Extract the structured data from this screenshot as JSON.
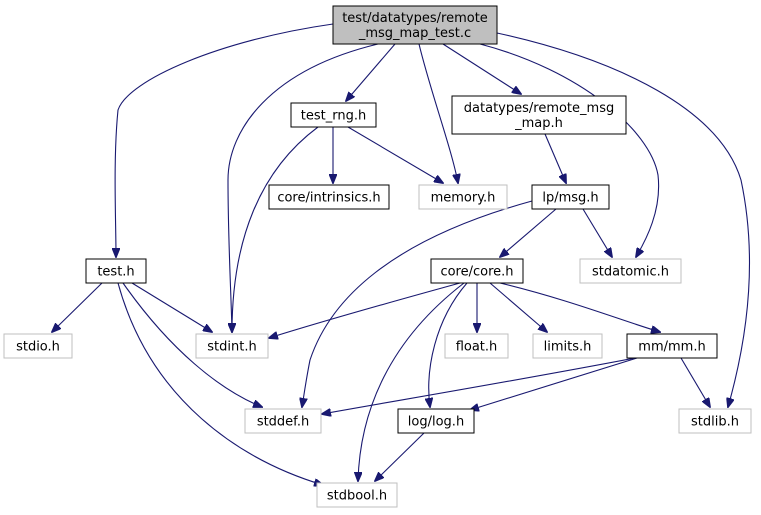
{
  "colors": {
    "edge": "#191970",
    "root_fill": "#bfbfbf",
    "documented_border": "#000000",
    "undocumented_border": "#bfbfbf",
    "text": "#000000",
    "node_fill": "#ffffff"
  },
  "nodes": [
    {
      "id": "root",
      "lines": [
        "test/datatypes/remote",
        "_msg_map_test.c"
      ],
      "kind": "root"
    },
    {
      "id": "test_rng",
      "lines": [
        "test_rng.h"
      ],
      "kind": "documented"
    },
    {
      "id": "remote_msg_map",
      "lines": [
        "datatypes/remote_msg",
        "_map.h"
      ],
      "kind": "documented"
    },
    {
      "id": "intrinsics",
      "lines": [
        "core/intrinsics.h"
      ],
      "kind": "documented"
    },
    {
      "id": "memory",
      "lines": [
        "memory.h"
      ],
      "kind": "undocumented"
    },
    {
      "id": "msg",
      "lines": [
        "lp/msg.h"
      ],
      "kind": "documented"
    },
    {
      "id": "test",
      "lines": [
        "test.h"
      ],
      "kind": "documented"
    },
    {
      "id": "core",
      "lines": [
        "core/core.h"
      ],
      "kind": "documented"
    },
    {
      "id": "stdatomic",
      "lines": [
        "stdatomic.h"
      ],
      "kind": "undocumented"
    },
    {
      "id": "stdio",
      "lines": [
        "stdio.h"
      ],
      "kind": "undocumented"
    },
    {
      "id": "stdint",
      "lines": [
        "stdint.h"
      ],
      "kind": "undocumented"
    },
    {
      "id": "float",
      "lines": [
        "float.h"
      ],
      "kind": "undocumented"
    },
    {
      "id": "limits",
      "lines": [
        "limits.h"
      ],
      "kind": "undocumented"
    },
    {
      "id": "mm",
      "lines": [
        "mm/mm.h"
      ],
      "kind": "documented"
    },
    {
      "id": "stddef",
      "lines": [
        "stddef.h"
      ],
      "kind": "undocumented"
    },
    {
      "id": "log",
      "lines": [
        "log/log.h"
      ],
      "kind": "documented"
    },
    {
      "id": "stdlib",
      "lines": [
        "stdlib.h"
      ],
      "kind": "undocumented"
    },
    {
      "id": "stdbool",
      "lines": [
        "stdbool.h"
      ],
      "kind": "undocumented"
    }
  ],
  "edges": [
    {
      "from": "root",
      "to": "test"
    },
    {
      "from": "root",
      "to": "stdint"
    },
    {
      "from": "root",
      "to": "test_rng"
    },
    {
      "from": "root",
      "to": "memory"
    },
    {
      "from": "root",
      "to": "remote_msg_map"
    },
    {
      "from": "root",
      "to": "stdatomic"
    },
    {
      "from": "root",
      "to": "stdlib"
    },
    {
      "from": "test_rng",
      "to": "intrinsics"
    },
    {
      "from": "test_rng",
      "to": "memory"
    },
    {
      "from": "test_rng",
      "to": "stdint"
    },
    {
      "from": "remote_msg_map",
      "to": "msg"
    },
    {
      "from": "msg",
      "to": "core"
    },
    {
      "from": "msg",
      "to": "stdatomic"
    },
    {
      "from": "msg",
      "to": "stddef"
    },
    {
      "from": "test",
      "to": "stdio"
    },
    {
      "from": "test",
      "to": "stdint"
    },
    {
      "from": "test",
      "to": "stddef"
    },
    {
      "from": "test",
      "to": "stdbool"
    },
    {
      "from": "core",
      "to": "stdint"
    },
    {
      "from": "core",
      "to": "float"
    },
    {
      "from": "core",
      "to": "limits"
    },
    {
      "from": "core",
      "to": "mm"
    },
    {
      "from": "core",
      "to": "log"
    },
    {
      "from": "core",
      "to": "stdbool"
    },
    {
      "from": "mm",
      "to": "stddef"
    },
    {
      "from": "mm",
      "to": "log"
    },
    {
      "from": "mm",
      "to": "stdlib"
    },
    {
      "from": "log",
      "to": "stdbool"
    }
  ]
}
